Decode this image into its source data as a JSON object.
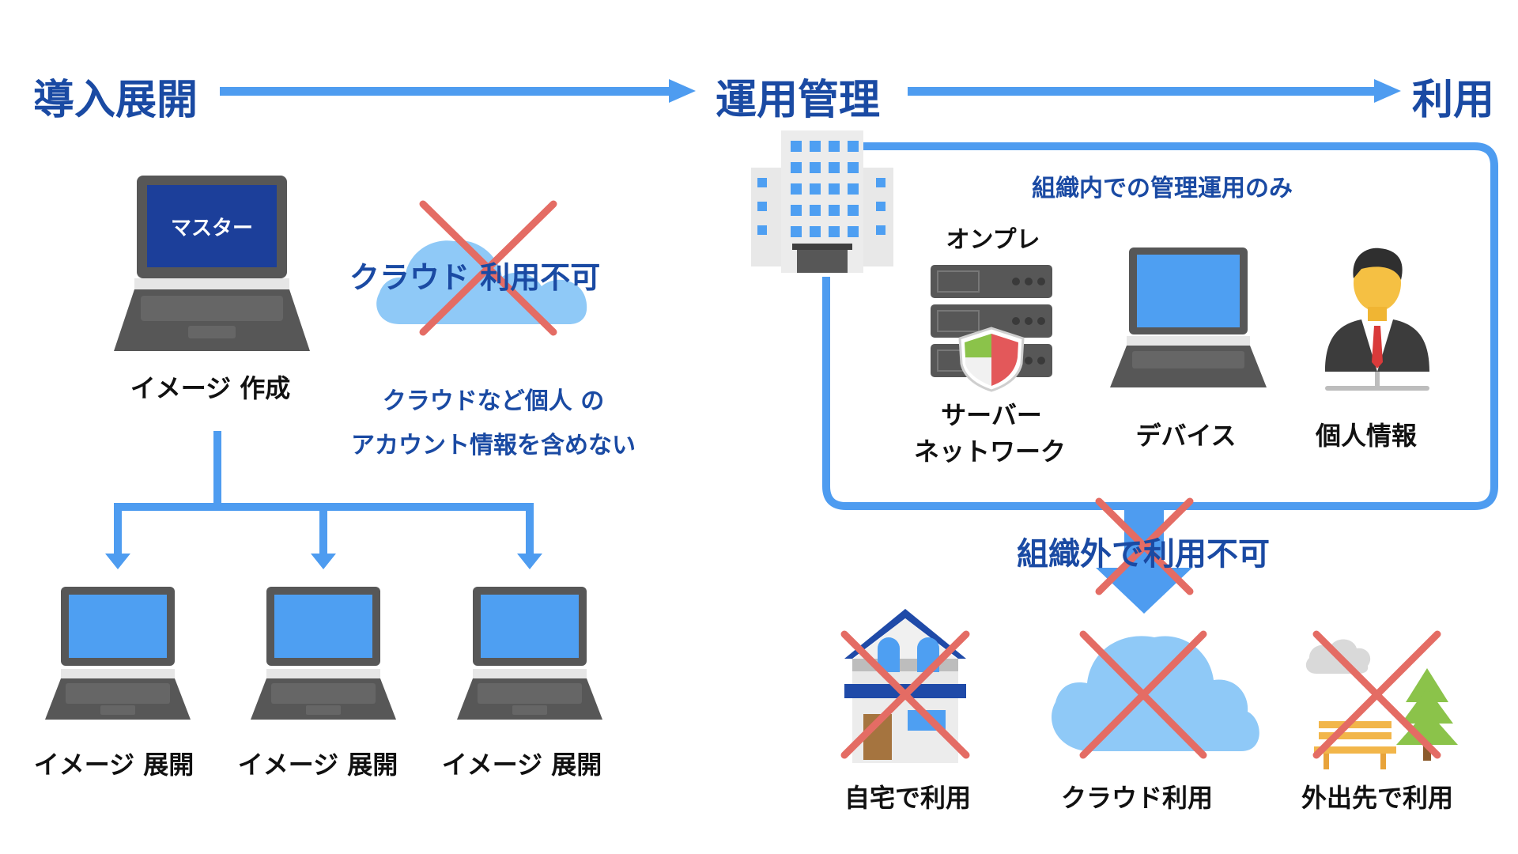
{
  "stages": {
    "deploy": "導入展開",
    "manage": "運用管理",
    "use": "利用"
  },
  "master": {
    "screen": "マスター",
    "caption": "イメージ 作成"
  },
  "cloud_note": {
    "crossed_label": "クラウド 利用不可",
    "line1": "クラウドなど個人 の",
    "line2": "アカウント情報を含めない"
  },
  "deploy_items": [
    "イメージ 展開",
    "イメージ 展開",
    "イメージ 展開"
  ],
  "org": {
    "title": "組織内での管理運用のみ",
    "onpremise": "オンプレ",
    "server_line1": "サーバー",
    "server_line2": "ネットワーク",
    "device": "デバイス",
    "personal": "個人情報"
  },
  "outside": {
    "label": "組織外で利用不可",
    "items": [
      "自宅で利用",
      "クラウド利用",
      "外出先で利用"
    ]
  },
  "colors": {
    "accent_blue": "#4e9cf0",
    "title_blue": "#1a4aa3",
    "cross_red": "#e46c64",
    "laptop_gray": "#575757",
    "screen_blue": "#4e9ff2",
    "master_screen": "#1c3f9a",
    "cloud_blue": "#8fc9f7"
  }
}
